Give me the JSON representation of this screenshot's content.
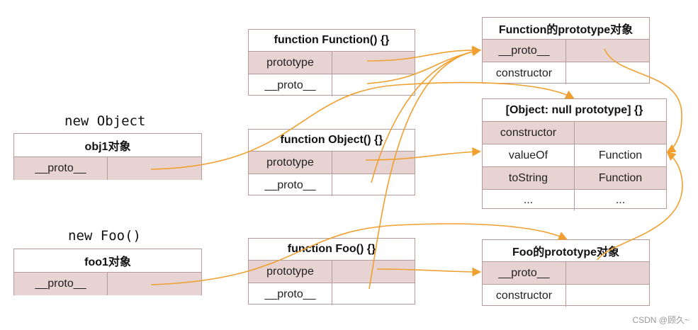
{
  "labels": {
    "new_object": "new Object",
    "new_foo": "new Foo()",
    "watermark": "CSDN @顾久~"
  },
  "obj1": {
    "title": "obj1对象",
    "rows": [
      [
        "__proto__",
        ""
      ]
    ]
  },
  "foo1": {
    "title": "foo1对象",
    "rows": [
      [
        "__proto__",
        ""
      ]
    ]
  },
  "fn_function": {
    "title": "function Function() {}",
    "rows": [
      [
        "prototype",
        ""
      ],
      [
        "__proto__",
        ""
      ]
    ]
  },
  "fn_object": {
    "title": "function Object() {}",
    "rows": [
      [
        "prototype",
        ""
      ],
      [
        "__proto__",
        ""
      ]
    ]
  },
  "fn_foo": {
    "title": "function Foo() {}",
    "rows": [
      [
        "prototype",
        ""
      ],
      [
        "__proto__",
        ""
      ]
    ]
  },
  "function_proto": {
    "title": "Function的prototype对象",
    "rows": [
      [
        "__proto__",
        ""
      ],
      [
        "constructor",
        ""
      ]
    ]
  },
  "object_proto": {
    "title": "[Object: null prototype] {}",
    "rows": [
      [
        "constructor",
        ""
      ],
      [
        "valueOf",
        "Function"
      ],
      [
        "toString",
        "Function"
      ],
      [
        "...",
        "..."
      ]
    ]
  },
  "foo_proto": {
    "title": "Foo的prototype对象",
    "rows": [
      [
        "__proto__",
        ""
      ],
      [
        "constructor",
        ""
      ]
    ]
  },
  "colors": {
    "arrow": "#f0a030",
    "border": "#b59a98",
    "shade": "#e7d3d1"
  }
}
